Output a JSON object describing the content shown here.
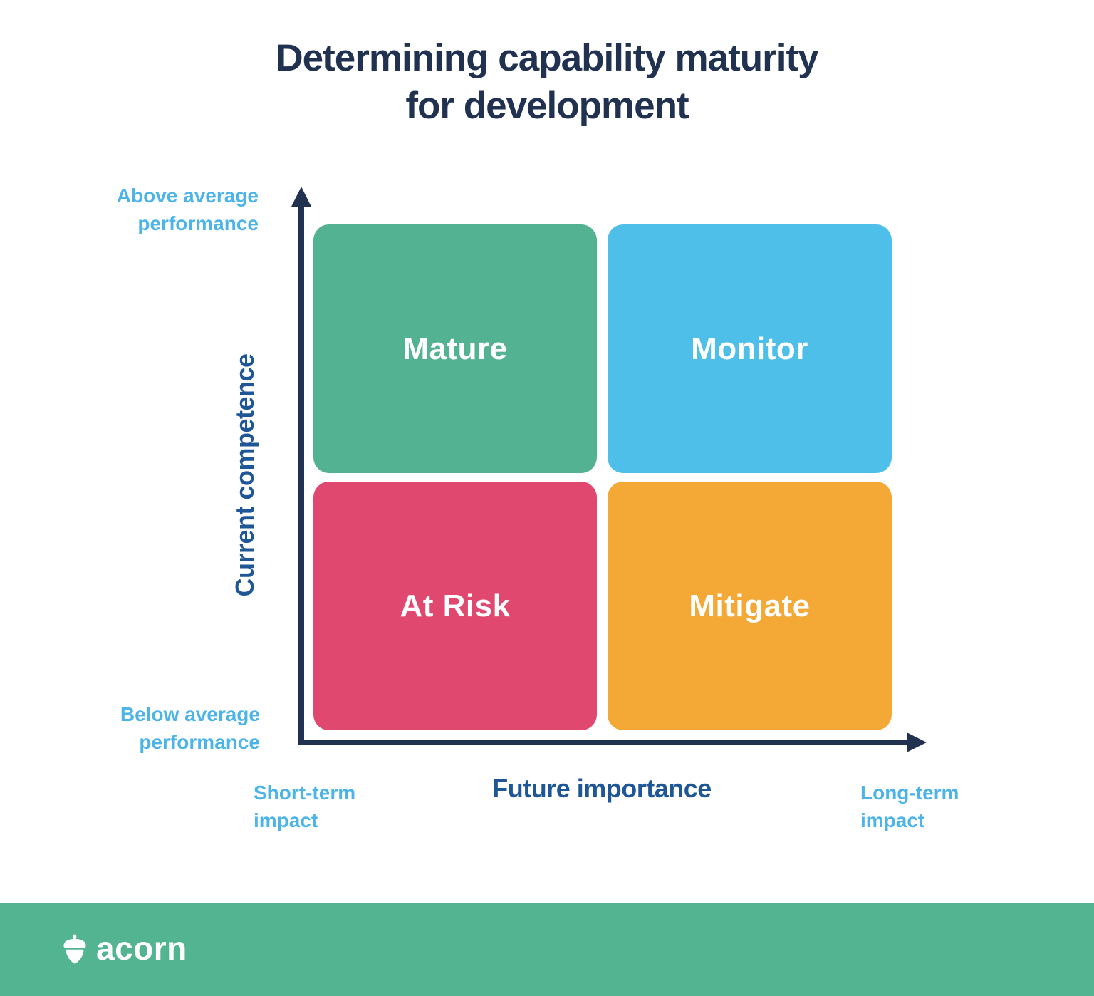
{
  "title": "Determining capability maturity\nfor development",
  "colors": {
    "title_navy": "#213150",
    "axis_navy": "#213150",
    "axis_title_blue": "#1f5796",
    "end_label_blue": "#4cb4e8",
    "quadrant_label_text": "#ffffff",
    "footer_green": "#53b492"
  },
  "matrix": {
    "y_axis": {
      "title": "Current competence",
      "top_label": "Above average\nperformance",
      "bottom_label": "Below average\nperformance"
    },
    "x_axis": {
      "title": "Future importance",
      "left_label": "Short-term\nimpact",
      "right_label": "Long-term\nimpact"
    },
    "quadrants": [
      {
        "label": "Mature",
        "position": "top-left",
        "color": "#52b291",
        "meaning": "above average performance / short-term impact"
      },
      {
        "label": "Monitor",
        "position": "top-right",
        "color": "#4dbfe8",
        "meaning": "above average performance / long-term impact"
      },
      {
        "label": "At Risk",
        "position": "bottom-left",
        "color": "#e0486f",
        "meaning": "below average performance / short-term impact"
      },
      {
        "label": "Mitigate",
        "position": "bottom-right",
        "color": "#f4a835",
        "meaning": "below average performance / long-term impact"
      }
    ]
  },
  "footer": {
    "brand": "acorn",
    "icon": "acorn-icon",
    "background": "#53b492"
  }
}
